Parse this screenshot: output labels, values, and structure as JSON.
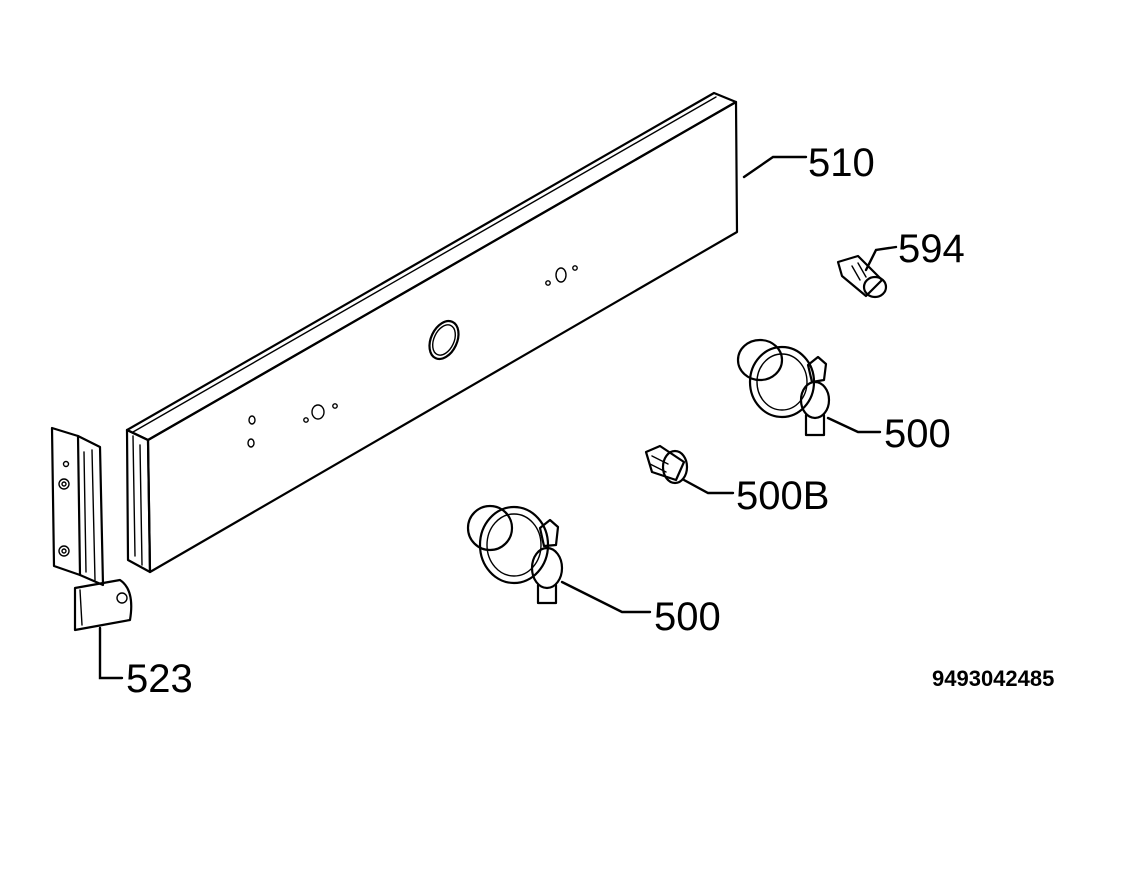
{
  "diagram": {
    "labels": {
      "panel": "510",
      "clip": "594",
      "knob_upper": "500",
      "knob_cap": "500B",
      "knob_lower": "500",
      "bracket": "523"
    },
    "reference_number": "9493042485"
  },
  "colors": {
    "line": "#000000",
    "background": "#ffffff"
  }
}
